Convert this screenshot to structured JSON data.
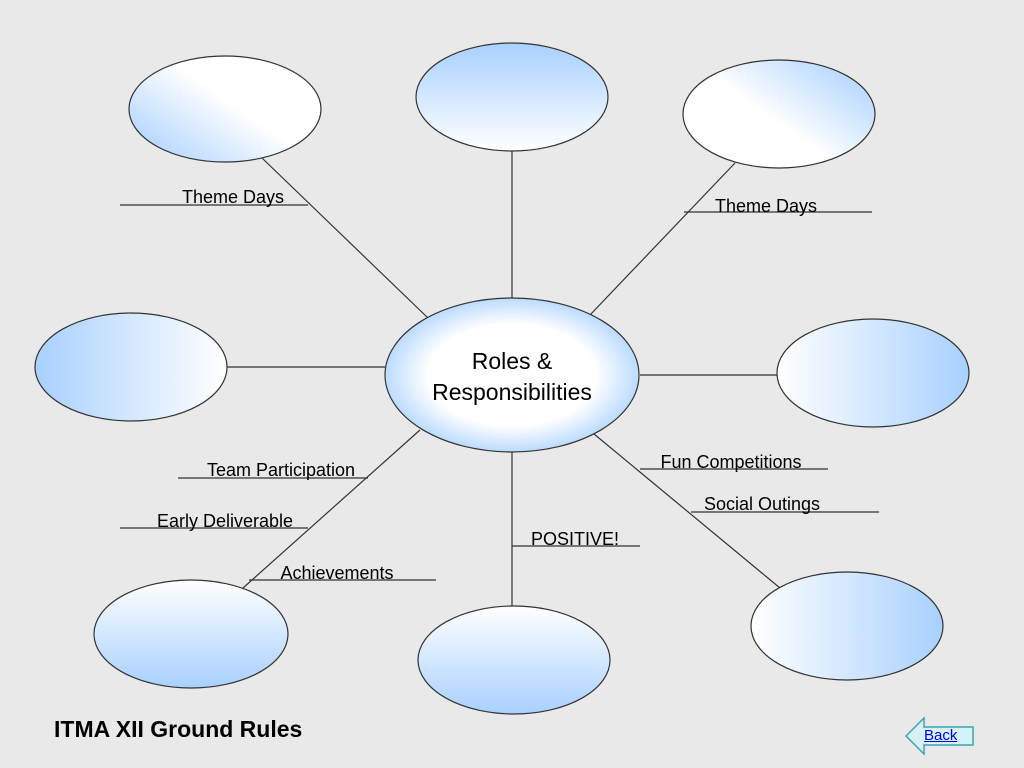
{
  "diagram": {
    "center": {
      "line1": "Roles &",
      "line2": "Responsibilities"
    },
    "labels": {
      "theme_days_left": "Theme Days",
      "theme_days_right": "Theme Days",
      "team_participation": "Team Participation",
      "early_deliverable": "Early Deliverable",
      "achievements": "Achievements",
      "positive": "POSITIVE!",
      "fun_competitions": "Fun Competitions",
      "social_outings": "Social Outings"
    },
    "colors": {
      "bubble_fill": "#a8d0ff",
      "stroke": "#333333",
      "background": "#e9e9e9"
    }
  },
  "footer": {
    "title": "ITMA XII Ground Rules",
    "back_label": "Back"
  }
}
